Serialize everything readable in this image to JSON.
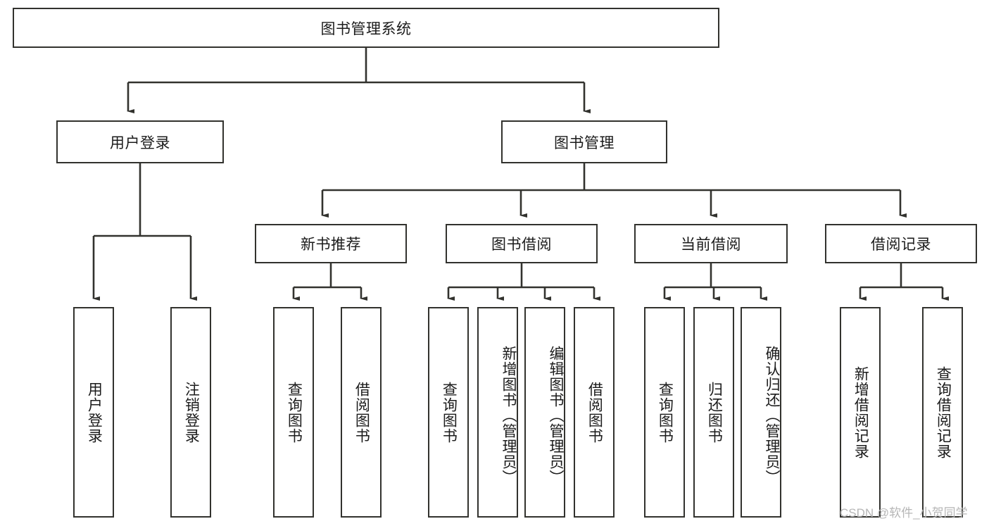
{
  "diagram": {
    "title": "图书管理系统",
    "type": "tree-hierarchy",
    "root": {
      "label": "图书管理系统"
    },
    "level2": [
      {
        "label": "用户登录"
      },
      {
        "label": "图书管理"
      }
    ],
    "level3": [
      {
        "label": "新书推荐"
      },
      {
        "label": "图书借阅"
      },
      {
        "label": "当前借阅"
      },
      {
        "label": "借阅记录"
      }
    ],
    "leaves": {
      "user_login": [
        {
          "label": "用户登录"
        },
        {
          "label": "注销登录"
        }
      ],
      "new_book_recommend": [
        {
          "label": "查询图书"
        },
        {
          "label": "借阅图书"
        }
      ],
      "book_borrow": [
        {
          "label": "查询图书"
        },
        {
          "label": "新增图书（管理员）"
        },
        {
          "label": "编辑图书（管理员）"
        },
        {
          "label": "借阅图书"
        }
      ],
      "current_borrow": [
        {
          "label": "查询图书"
        },
        {
          "label": "归还图书"
        },
        {
          "label": "确认归还（管理员）"
        }
      ],
      "borrow_record": [
        {
          "label": "新增借阅记录"
        },
        {
          "label": "查询借阅记录"
        }
      ]
    }
  },
  "watermark": {
    "text": "CSDN @软件_小贺同学"
  },
  "colors": {
    "stroke": "#32322e",
    "background": "#ffffff",
    "text": "#1b1b1b",
    "watermark": "#b6b6b6"
  }
}
